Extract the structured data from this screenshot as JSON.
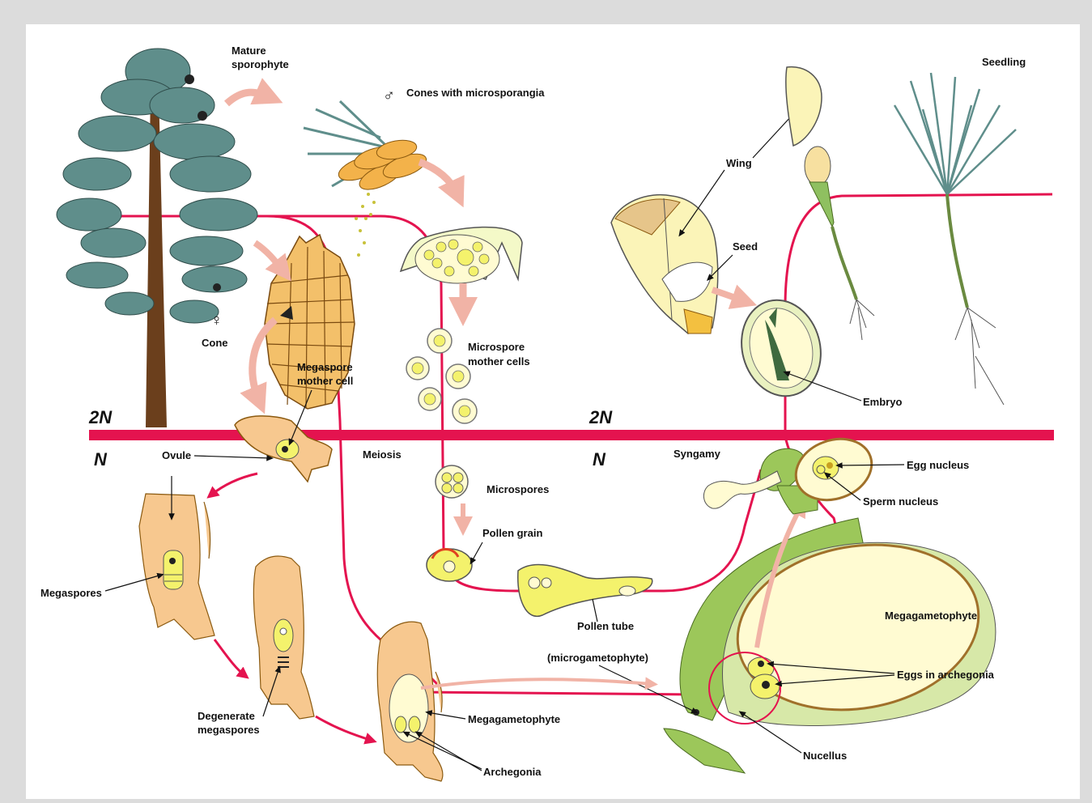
{
  "colors": {
    "cycle_line": "#e4134f",
    "arrow": "#f1b3a6",
    "tissue": "#f7c88f",
    "cell": "#f4f26c",
    "leaf": "#5f8e8b",
    "green": "#9cc75a"
  },
  "divider": {
    "upper": "2N",
    "lower": "N"
  },
  "labels": {
    "mature_sporophyte": [
      "Mature",
      "sporophyte"
    ],
    "cones_micro": "Cones with microsporangia",
    "male_symbol": "♂",
    "female_symbol": "♀",
    "cone": "Cone",
    "megaspore_mother_cell": [
      "Megaspore",
      "mother cell"
    ],
    "ovule": "Ovule",
    "meiosis": "Meiosis",
    "microspore_mother_cells": [
      "Microspore",
      "mother cells"
    ],
    "microspores": "Microspores",
    "pollen_grain": "Pollen grain",
    "pollen_tube": "Pollen tube",
    "megaspores": "Megaspores",
    "degenerate_megaspores": [
      "Degenerate",
      "megaspores"
    ],
    "megagametophyte_left": "Megagametophyte",
    "archegonia": "Archegonia",
    "microgametophyte": "(microgametophyte)",
    "nucellus": "Nucellus",
    "eggs_in_archegonia": "Eggs in archegonia",
    "megagametophyte_right": "Megagametophyte",
    "syngamy": "Syngamy",
    "egg_nucleus": "Egg nucleus",
    "sperm_nucleus": "Sperm nucleus",
    "wing": "Wing",
    "seed": "Seed",
    "embryo": "Embryo",
    "seedling": "Seedling"
  }
}
